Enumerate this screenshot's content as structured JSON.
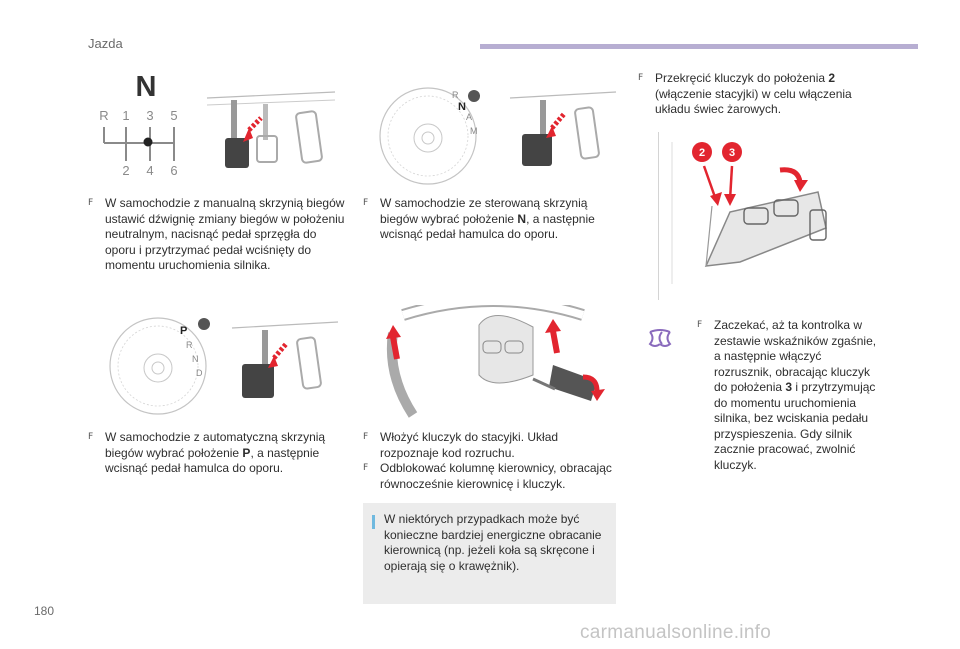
{
  "header": {
    "title": "Jazda",
    "accent_color": "#b7aed2"
  },
  "page_number": "180",
  "watermark": "carmanualsonline.info",
  "gear_diagram": {
    "selected": "N",
    "top_row": [
      "R",
      "1",
      "3",
      "5"
    ],
    "bottom_row": [
      "2",
      "4",
      "6"
    ]
  },
  "gear_dial": [
    "P",
    "R",
    "N",
    "D"
  ],
  "automated_dial": [
    "R",
    "N",
    "A",
    "M"
  ],
  "key_callouts": [
    "2",
    "3"
  ],
  "callout_color": "#e2252f",
  "bullet": "F",
  "sections": {
    "manual": [
      {
        "parts": [
          "W samochodzie z manualną skrzynią biegów ustawić dźwignię zmiany biegów w położeniu neutralnym, nacisnąć pedał sprzęgła do oporu i przytrzymać pedał wciśnięty do momentu uruchomienia silnika."
        ]
      }
    ],
    "automated": [
      {
        "parts": [
          "W samochodzie ze sterowaną skrzynią biegów wybrać położenie ",
          "N",
          ", a następnie wcisnąć pedał hamulca do oporu."
        ]
      }
    ],
    "automatic": [
      {
        "parts": [
          "W samochodzie z automatyczną skrzynią biegów wybrać położenie ",
          "P",
          ", a następnie wcisnąć pedał hamulca do oporu."
        ]
      }
    ],
    "key": [
      {
        "parts": [
          "Włożyć kluczyk do stacyjki. Układ rozpoznaje kod rozruchu."
        ]
      },
      {
        "parts": [
          "Odblokować kolumnę kierownicy, obracając równocześnie kierownicę i kluczyk."
        ]
      }
    ],
    "turn_key": [
      {
        "parts": [
          "Przekręcić kluczyk do położenia ",
          "2",
          " (włączenie stacyjki) w celu włączenia układu świec żarowych."
        ]
      }
    ],
    "wait": [
      {
        "parts": [
          "Zaczekać, aż ta kontrolka w zestawie wskaźników zgaśnie, a następnie włączyć rozrusznik, obracając kluczyk do położenia ",
          "3",
          " i przytrzymując do momentu uruchomienia silnika, bez wciskania pedału przyspieszenia. Gdy silnik zacznie pracować, zwolnić kluczyk."
        ]
      }
    ]
  },
  "note": "W niektórych przypadkach może być konieczne bardziej energiczne obracanie kierownicą (np. jeżeli koła są skręcone i opierają się o krawężnik).",
  "glow_icon_color": "#8a6bbd",
  "note_accent_color": "#6fb9df"
}
